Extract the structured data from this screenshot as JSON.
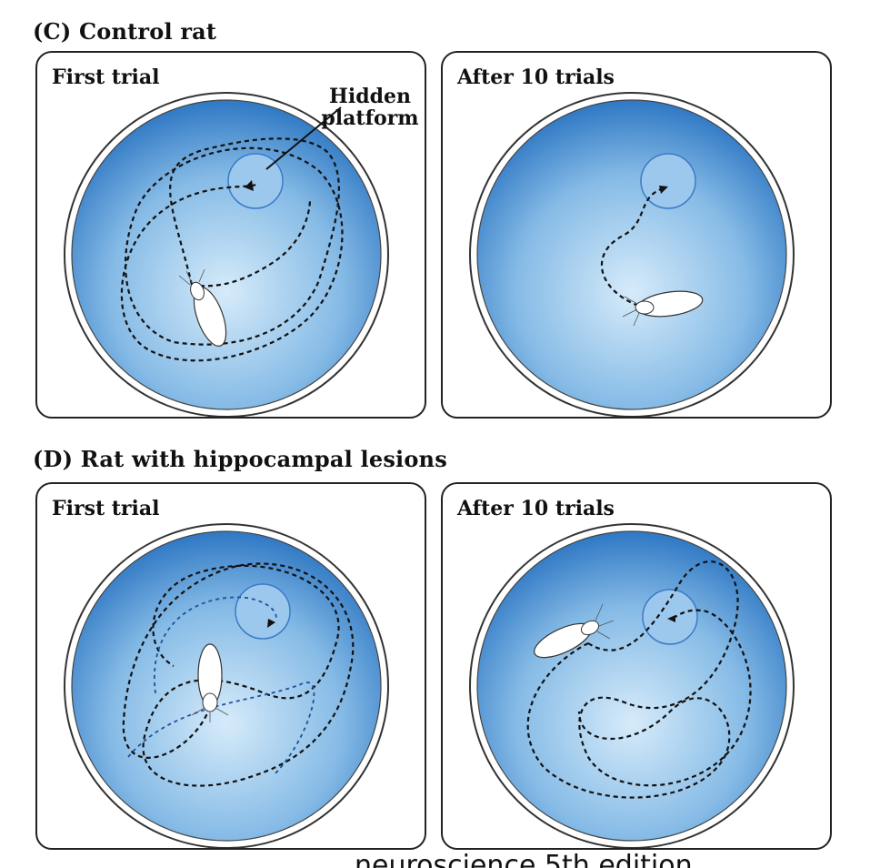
{
  "headings": {
    "control": "(C) Control rat",
    "lesion": "(D) Rat with hippocampal lesions"
  },
  "panels": {
    "control_first": {
      "title": "First trial",
      "callout": "Hidden platform"
    },
    "control_after": {
      "title": "After 10 trials"
    },
    "lesion_first": {
      "title": "First trial"
    },
    "lesion_after": {
      "title": "After 10 trials"
    }
  },
  "footer_fragment": "neuroscience 5th edition",
  "colors": {
    "pool_light": "#cfe6f8",
    "pool_dark": "#2f78c4",
    "path": "#111111",
    "path_alt": "#1f4f9a",
    "platform_stroke": "#3a7ac8",
    "rat_body": "#ffffff"
  }
}
